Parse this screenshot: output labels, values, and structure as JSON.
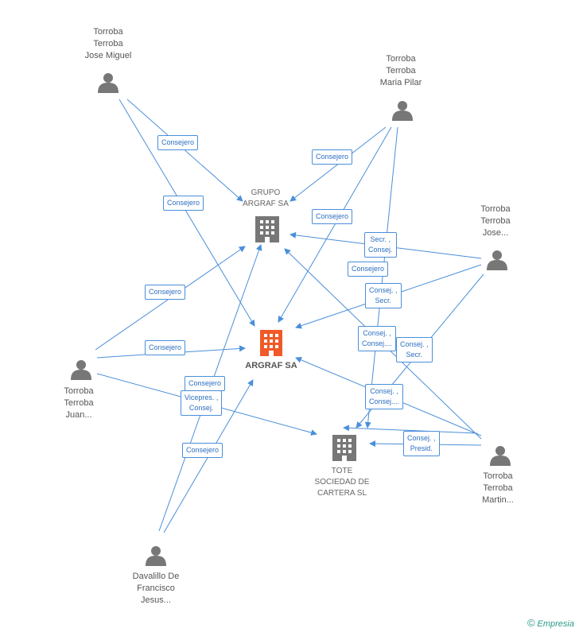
{
  "persons": {
    "jose_miguel": [
      "Torroba",
      "Terroba",
      "Jose Miguel"
    ],
    "maria_pilar": [
      "Torroba",
      "Terroba",
      "Maria Pilar"
    ],
    "jose": [
      "Torroba",
      "Terroba",
      "Jose..."
    ],
    "juan": [
      "Torroba",
      "Terroba",
      "Juan..."
    ],
    "martin": [
      "Torroba",
      "Terroba",
      "Martin..."
    ],
    "davalillo": [
      "Davalillo De",
      "Francisco",
      "Jesus..."
    ]
  },
  "companies": {
    "grupo": [
      "GRUPO",
      "ARGRAF SA"
    ],
    "argraf": [
      "ARGRAF SA"
    ],
    "tote": [
      "TOTE",
      "SOCIEDAD DE",
      "CARTERA SL"
    ]
  },
  "relations": {
    "r1": [
      "Consejero"
    ],
    "r2": [
      "Consejero"
    ],
    "r3": [
      "Consejero"
    ],
    "r4": [
      "Consejero"
    ],
    "r5": [
      "Secr. ,",
      "Consej."
    ],
    "r6": [
      "Consejero"
    ],
    "r7": [
      "Consejero"
    ],
    "r8": [
      "Consej. ,",
      "Secr."
    ],
    "r9": [
      "Consejero"
    ],
    "r10": [
      "Consej. ,",
      "Consej...."
    ],
    "r11": [
      "Consej. ,",
      "Secr."
    ],
    "r12": [
      "Consejero"
    ],
    "r13": [
      "Vicepres. ,",
      "Consej."
    ],
    "r14": [
      "Consej. ,",
      "Consej...."
    ],
    "r15": [
      "Consej. ,",
      "Presid."
    ],
    "r16": [
      "Consejero"
    ]
  },
  "colors": {
    "line": "#4a8fd9",
    "node": "#777777",
    "main": "#f05a28"
  },
  "brand": {
    "copyright": "©",
    "name": "Empresia"
  }
}
